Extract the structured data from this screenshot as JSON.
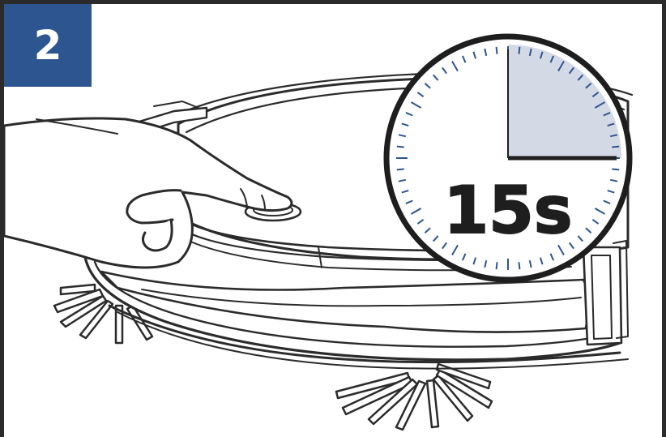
{
  "step": {
    "number": "2"
  },
  "timer": {
    "label": "15s",
    "elapsed_fraction": 0.25
  },
  "colors": {
    "badge": "#2d558f",
    "timer_sector": "#d4d9e6",
    "timer_ticks": "#2d558f",
    "line_art": "#2b2b2b"
  },
  "icons": {
    "hand": "hand-pressing-icon",
    "robot": "robot-vacuum-icon",
    "timer": "stopwatch-icon"
  }
}
